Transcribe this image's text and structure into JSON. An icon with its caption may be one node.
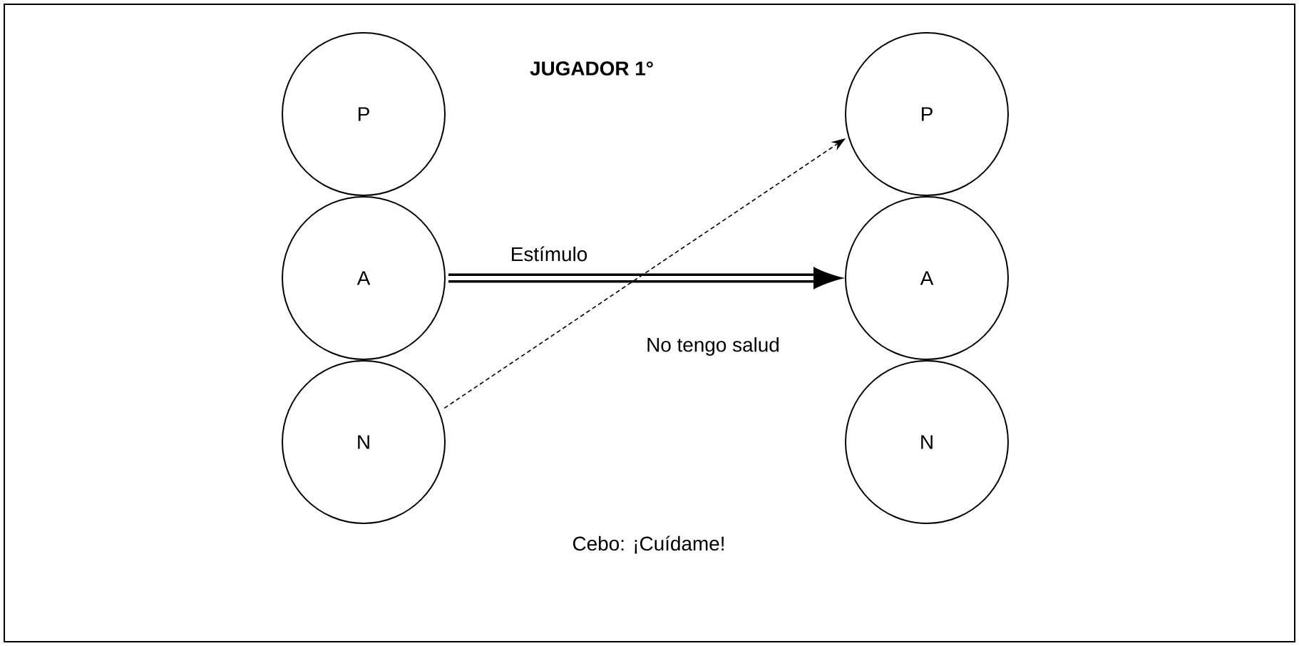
{
  "diagram": {
    "title": "JUGADOR 1°",
    "nodes": [
      {
        "text": [
          "P"
        ]
      },
      {
        "text": [
          "A"
        ]
      },
      {
        "text": [
          "N"
        ]
      },
      {
        "text": [
          "P"
        ]
      },
      {
        "text": [
          "A"
        ]
      },
      {
        "text": [
          "N"
        ]
      }
    ],
    "edges": [
      {
        "from": 1,
        "to": 4,
        "arrow": "to",
        "label": "Estímulo",
        "style": "thick"
      },
      {
        "from": 2,
        "to": 3,
        "arrow": "to",
        "style": "dashed"
      }
    ],
    "labels": [
      "No tengo salud",
      "Cebo: ¡Cuídame!"
    ]
  }
}
